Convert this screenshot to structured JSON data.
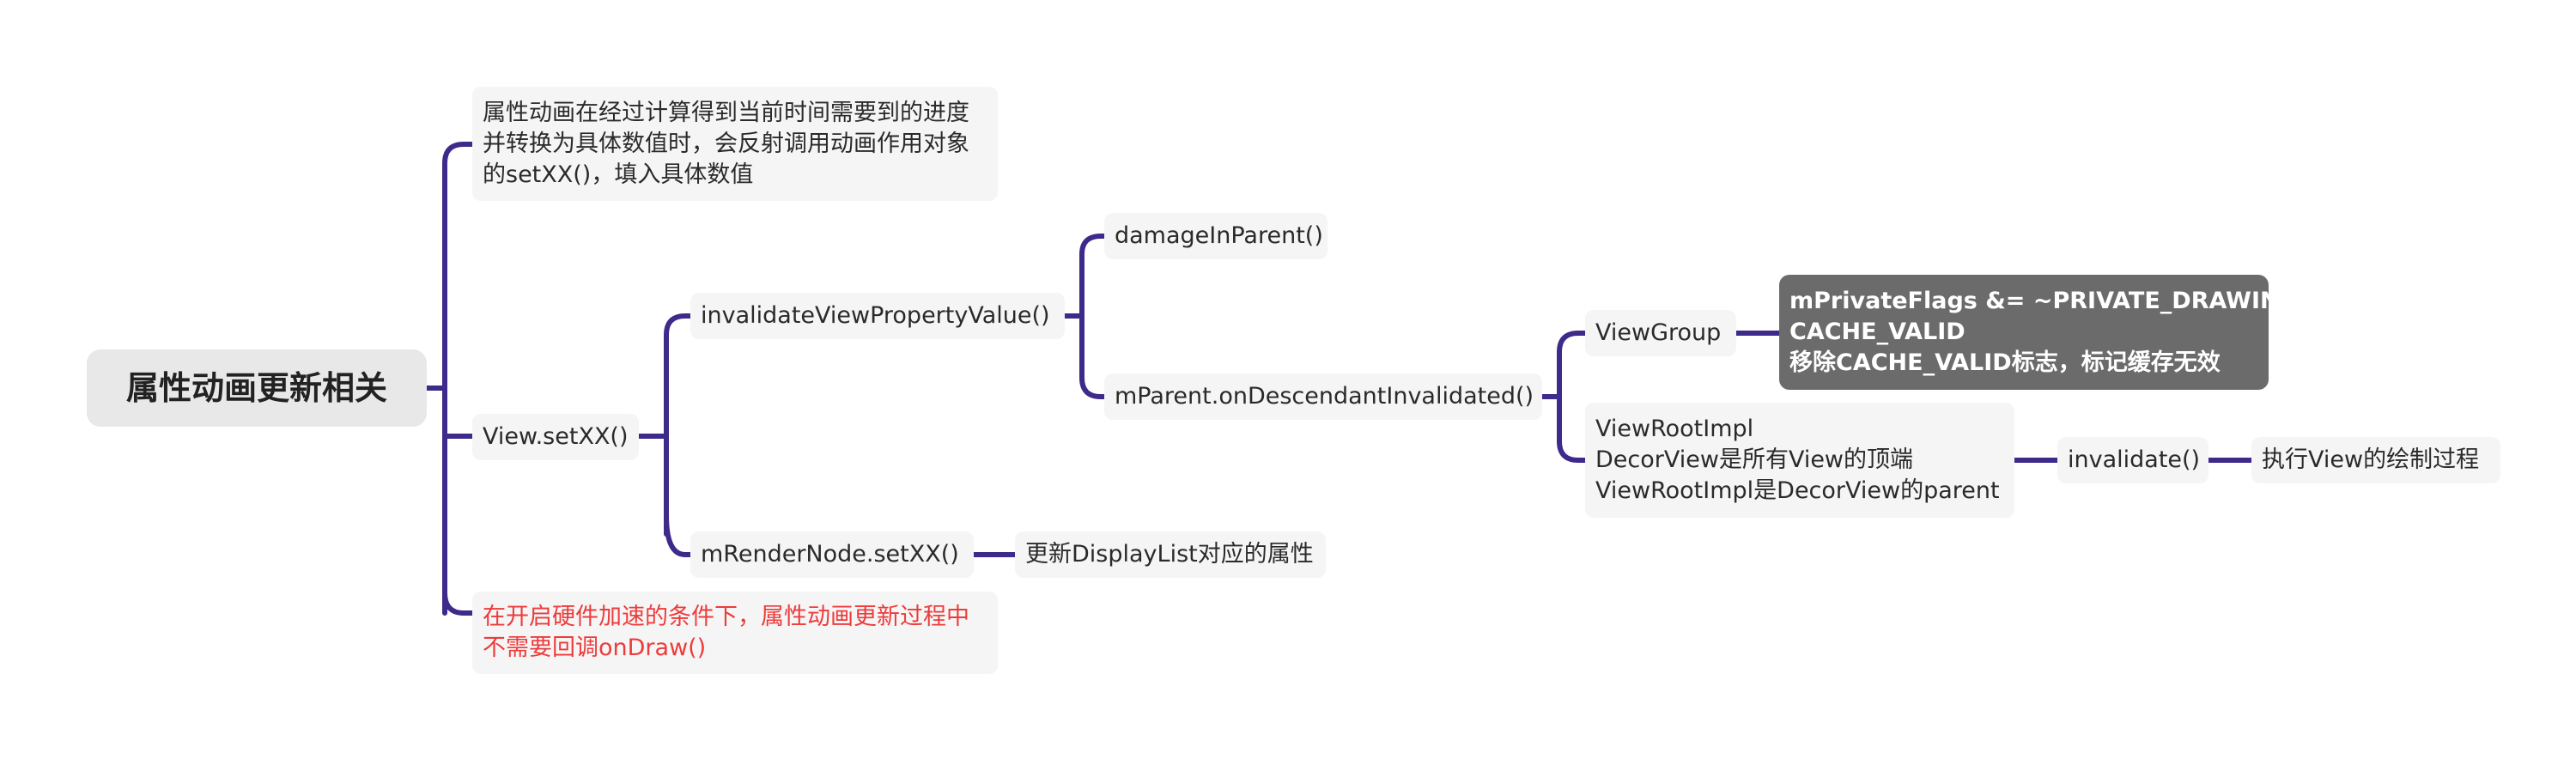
{
  "root": {
    "label": "属性动画更新相关"
  },
  "nodes": {
    "note_progress": {
      "lines": [
        "属性动画在经过计算得到当前时间需要到的进度",
        "并转换为具体数值时，会反射调用动画作用对象",
        "的setXX()，填入具体数值"
      ]
    },
    "view_setxx": {
      "label": "View.setXX()"
    },
    "note_hw": {
      "lines": [
        "在开启硬件加速的条件下，属性动画更新过程中",
        "不需要回调onDraw()"
      ]
    },
    "invalidate_vpv": {
      "label": "invalidateViewPropertyValue()"
    },
    "render_setxx": {
      "label": "mRenderNode.setXX()"
    },
    "update_displaylist": {
      "label": "更新DisplayList对应的属性"
    },
    "damage_in_parent": {
      "label": "damageInParent()"
    },
    "on_descendant": {
      "label": "mParent.onDescendantInvalidated()"
    },
    "viewgroup": {
      "label": "ViewGroup"
    },
    "private_flags": {
      "lines": [
        "mPrivateFlags &= ~PRIVATE_DRAWING_",
        "CACHE_VALID",
        "移除CACHE_VALID标志，标记缓存无效"
      ]
    },
    "viewrootimpl": {
      "lines": [
        "ViewRootImpl",
        "DecorView是所有View的顶端",
        "ViewRootImpl是DecorView的parent"
      ]
    },
    "invalidate": {
      "label": "invalidate()"
    },
    "draw_process": {
      "label": "执行View的绘制过程"
    }
  },
  "colors": {
    "connector": "#3d2a8a",
    "warning_text": "#ee3b3b",
    "highlight_bg": "#6b6b6b"
  }
}
